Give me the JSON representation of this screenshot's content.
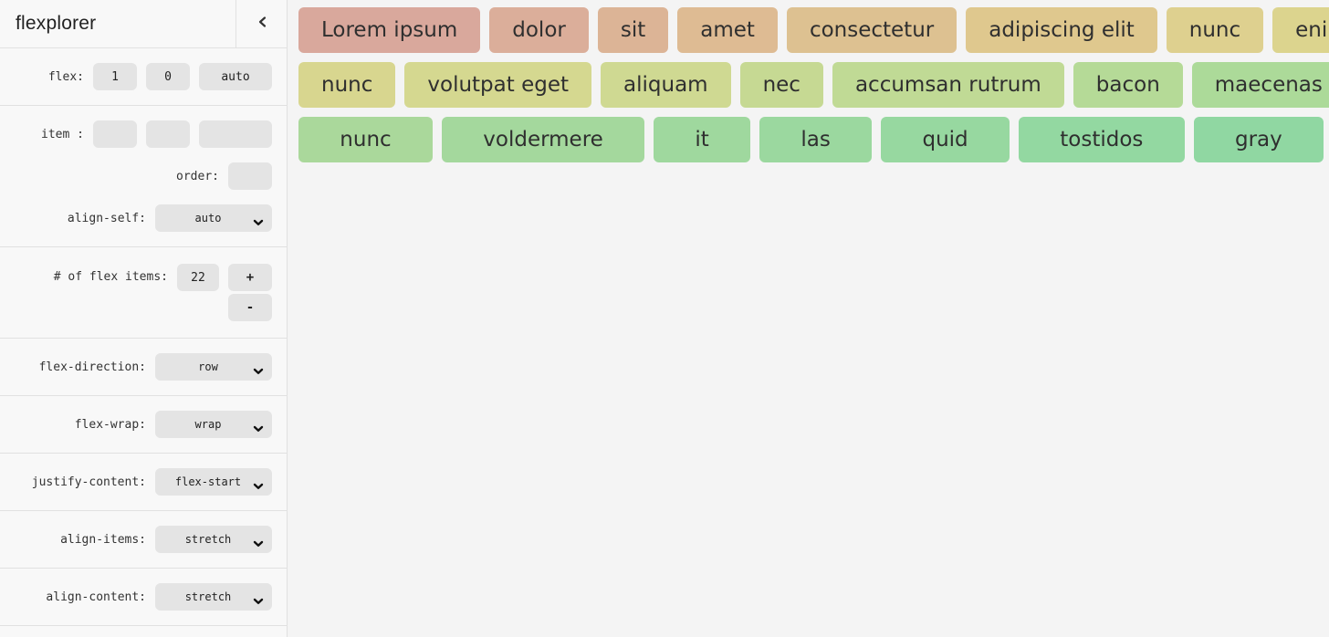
{
  "theme": {
    "page_bg": "#f4f4f4",
    "sidebar_bg": "#f8f8f8",
    "divider": "#e1e1e1",
    "control_bg": "#e4e4e4",
    "label_color": "#333333",
    "title_color": "#222222",
    "item_text": "#2f2f2f"
  },
  "app": {
    "title": "flexplorer"
  },
  "sidebar": {
    "flex": {
      "label": "flex:",
      "grow": "1",
      "shrink": "0",
      "basis": "auto"
    },
    "item": {
      "label": "item :",
      "grow": "",
      "shrink": "",
      "basis": ""
    },
    "order": {
      "label": "order:",
      "value": ""
    },
    "align_self": {
      "label": "align-self:",
      "value": "auto"
    },
    "count": {
      "label": "# of flex items:",
      "value": "22",
      "increment": "+",
      "decrement": "-"
    },
    "flex_direction": {
      "label": "flex-direction:",
      "value": "row"
    },
    "flex_wrap": {
      "label": "flex-wrap:",
      "value": "wrap"
    },
    "justify_content": {
      "label": "justify-content:",
      "value": "flex-start"
    },
    "align_items": {
      "label": "align-items:",
      "value": "stretch"
    },
    "align_content": {
      "label": "align-content:",
      "value": "stretch"
    }
  },
  "main": {
    "rows": [
      {
        "items": [
          {
            "label": "Lorem ipsum",
            "color": "#D9A89C"
          },
          {
            "label": "dolor",
            "color": "#DBAE9A"
          },
          {
            "label": "sit",
            "color": "#DCB496"
          },
          {
            "label": "amet",
            "color": "#DEBB93"
          },
          {
            "label": "consectetur",
            "color": "#DDC191"
          },
          {
            "label": "adipiscing elit",
            "color": "#DFC88E"
          },
          {
            "label": "nunc",
            "color": "#DED08F"
          },
          {
            "label": "enim",
            "color": "#DCD48E"
          }
        ]
      },
      {
        "items": [
          {
            "label": "nunc",
            "color": "#D8D68F"
          },
          {
            "label": "volutpat eget",
            "color": "#D5D890"
          },
          {
            "label": "aliquam",
            "color": "#CFD992"
          },
          {
            "label": "nec",
            "color": "#C6D993"
          },
          {
            "label": "accumsan rutrum",
            "color": "#C0DA95"
          },
          {
            "label": "bacon",
            "color": "#B5DA97"
          },
          {
            "label": "maecenas",
            "color": "#ACDA99"
          }
        ]
      },
      {
        "items": [
          {
            "label": "nunc",
            "color": "#AAD89B"
          },
          {
            "label": "voldermere",
            "color": "#A4D89D"
          },
          {
            "label": "it",
            "color": "#9FD89E"
          },
          {
            "label": "las",
            "color": "#9BD89F"
          },
          {
            "label": "quid",
            "color": "#97D8A0"
          },
          {
            "label": "tostidos",
            "color": "#93D8A1"
          },
          {
            "label": "gray",
            "color": "#90D7A2"
          }
        ]
      }
    ]
  }
}
